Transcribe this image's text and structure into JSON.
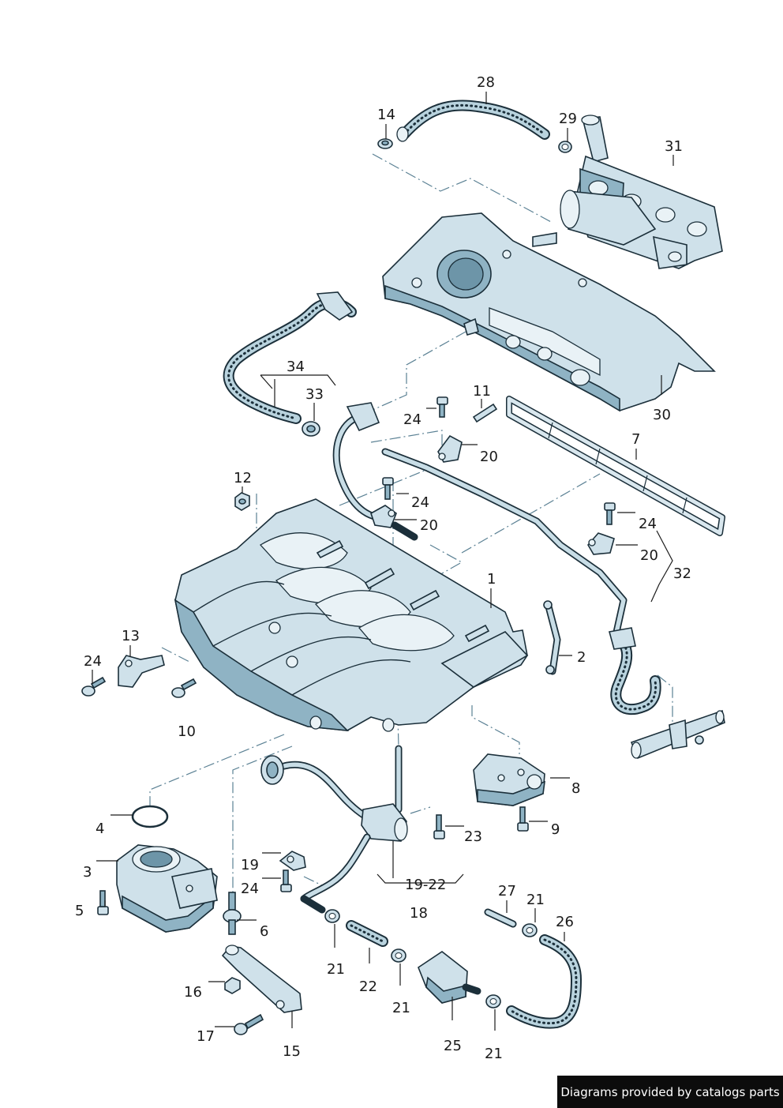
{
  "callouts": [
    {
      "id": "c28",
      "text": "28"
    },
    {
      "id": "c14",
      "text": "14"
    },
    {
      "id": "c29",
      "text": "29"
    },
    {
      "id": "c31",
      "text": "31"
    },
    {
      "id": "c34",
      "text": "34"
    },
    {
      "id": "c33",
      "text": "33"
    },
    {
      "id": "c11",
      "text": "11"
    },
    {
      "id": "c24a",
      "text": "24"
    },
    {
      "id": "c30",
      "text": "30"
    },
    {
      "id": "c20a",
      "text": "20"
    },
    {
      "id": "c7",
      "text": "7"
    },
    {
      "id": "c12",
      "text": "12"
    },
    {
      "id": "c24b",
      "text": "24"
    },
    {
      "id": "c20b",
      "text": "20"
    },
    {
      "id": "c24c",
      "text": "24"
    },
    {
      "id": "c20c",
      "text": "20"
    },
    {
      "id": "c32",
      "text": "32"
    },
    {
      "id": "c1",
      "text": "1"
    },
    {
      "id": "c13",
      "text": "13"
    },
    {
      "id": "c24d",
      "text": "24"
    },
    {
      "id": "c2",
      "text": "2"
    },
    {
      "id": "c10",
      "text": "10"
    },
    {
      "id": "c8",
      "text": "8"
    },
    {
      "id": "c4",
      "text": "4"
    },
    {
      "id": "c9",
      "text": "9"
    },
    {
      "id": "c23",
      "text": "23"
    },
    {
      "id": "c3",
      "text": "3"
    },
    {
      "id": "c19",
      "text": "19"
    },
    {
      "id": "c1922",
      "text": "19-22"
    },
    {
      "id": "c24e",
      "text": "24"
    },
    {
      "id": "c5",
      "text": "5"
    },
    {
      "id": "c27",
      "text": "27"
    },
    {
      "id": "c21a",
      "text": "21"
    },
    {
      "id": "c18",
      "text": "18"
    },
    {
      "id": "c26",
      "text": "26"
    },
    {
      "id": "c6",
      "text": "6"
    },
    {
      "id": "c21b",
      "text": "21"
    },
    {
      "id": "c22",
      "text": "22"
    },
    {
      "id": "c21c",
      "text": "21"
    },
    {
      "id": "c16",
      "text": "16"
    },
    {
      "id": "c25",
      "text": "25"
    },
    {
      "id": "c17",
      "text": "17"
    },
    {
      "id": "c15",
      "text": "15"
    },
    {
      "id": "c21d",
      "text": "21"
    }
  ],
  "footer": {
    "text": "Diagrams provided by catalogs parts"
  }
}
